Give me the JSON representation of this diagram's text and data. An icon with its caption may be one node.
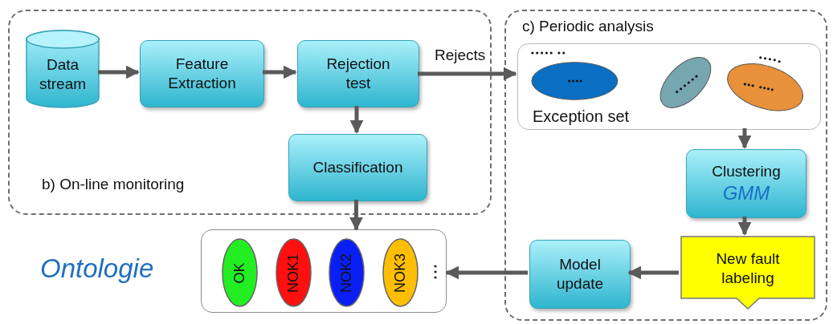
{
  "diagram": {
    "nodes": [
      {
        "text": [
          "b) On-line monitoring"
        ]
      },
      {
        "text": [
          "Data stream"
        ],
        "in": 0
      },
      {
        "text": [
          "Feature Extraction"
        ],
        "in": 0
      },
      {
        "text": [
          "Rejection test"
        ],
        "in": 0
      },
      {
        "text": [
          "Classification"
        ],
        "in": 0
      },
      {
        "text": [
          "c) Periodic analysis"
        ]
      },
      {
        "text": [
          "Exception set"
        ],
        "in": 5
      },
      {
        "text": [
          "Clustering",
          "GMM"
        ],
        "in": 5
      },
      {
        "text": [
          "New fault labeling"
        ],
        "in": 5
      },
      {
        "text": [
          "Model update"
        ],
        "in": 5
      },
      {
        "text": [],
        "shape": "box",
        "beside": [
          "Ontologie"
        ]
      },
      {
        "text": [
          "OK"
        ],
        "in": 10
      },
      {
        "text": [
          "NOK1"
        ],
        "in": 10
      },
      {
        "text": [
          "NOK2"
        ],
        "in": 10
      },
      {
        "text": [
          "NOK3"
        ],
        "in": 10
      }
    ],
    "edges": [
      {
        "from": 1,
        "to": 2,
        "arrow": "to"
      },
      {
        "from": 2,
        "to": 3,
        "arrow": "to"
      },
      {
        "from": 3,
        "to": 6,
        "arrow": "to",
        "label": "Rejects"
      },
      {
        "from": 3,
        "to": 4,
        "arrow": "to"
      },
      {
        "from": 4,
        "to": 10,
        "arrow": "to"
      },
      {
        "from": 6,
        "to": 7,
        "arrow": "to"
      },
      {
        "from": 7,
        "to": 8,
        "arrow": "to"
      },
      {
        "from": 8,
        "to": 9,
        "arrow": "to"
      },
      {
        "from": 9,
        "to": 10,
        "arrow": "to"
      }
    ],
    "labels": [
      "⋮"
    ]
  }
}
